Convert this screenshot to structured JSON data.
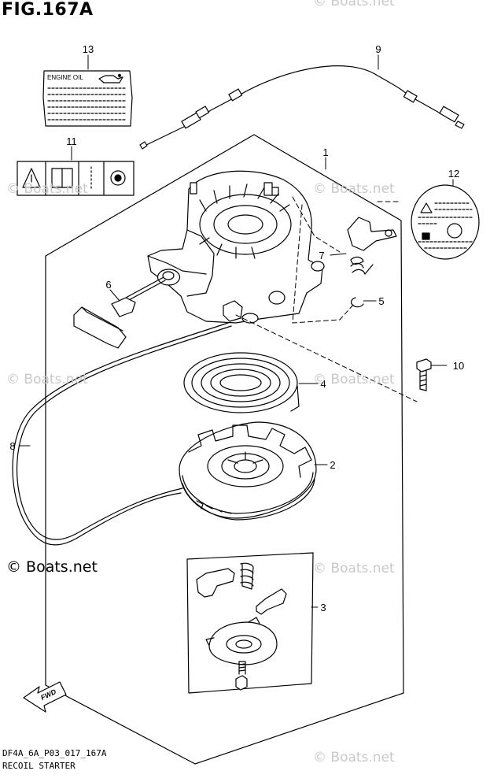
{
  "figure": {
    "title": "FIG.167A",
    "code": "DF4A_6A_P03_017_167A",
    "caption": "RECOIL STARTER",
    "copyright": "© Boats.net",
    "watermark": "© Boats.net"
  },
  "callouts": [
    {
      "number": "1",
      "part": "recoil-starter-assembly"
    },
    {
      "number": "2",
      "part": "reel"
    },
    {
      "number": "3",
      "part": "ratchet-set"
    },
    {
      "number": "4",
      "part": "spiral-spring"
    },
    {
      "number": "5",
      "part": "clip"
    },
    {
      "number": "6",
      "part": "starter-handle-rope"
    },
    {
      "number": "7",
      "part": "start-in-gear-protection-lever"
    },
    {
      "number": "8",
      "part": "cable"
    },
    {
      "number": "9",
      "part": "push-pull-cable"
    },
    {
      "number": "10",
      "part": "bolt"
    },
    {
      "number": "11",
      "part": "caution-label"
    },
    {
      "number": "12",
      "part": "caution-label-round"
    },
    {
      "number": "13",
      "part": "engine-oil-label"
    }
  ],
  "labels": {
    "engine_oil": "ENGINE OIL",
    "fwd": "FWD"
  },
  "colors": {
    "ink": "#000000",
    "watermark": "#c9c9c9",
    "background": "#ffffff"
  }
}
